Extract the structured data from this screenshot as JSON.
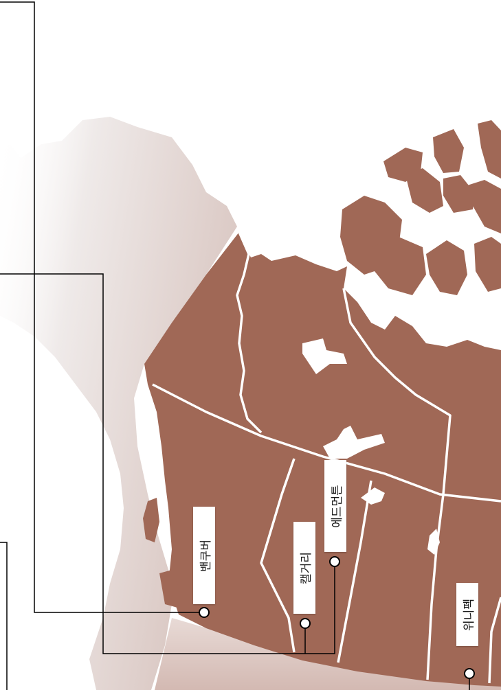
{
  "map": {
    "colors": {
      "land": "#a06856",
      "land_faded": "#e7dddb",
      "border": "#ffffff",
      "leader_line": "#000000"
    },
    "cities": [
      {
        "id": "vancouver",
        "label": "밴쿠버"
      },
      {
        "id": "calgary",
        "label": "캘거리"
      },
      {
        "id": "edmonton",
        "label": "에드먼튼"
      },
      {
        "id": "winnipeg",
        "label": "위니펙"
      }
    ]
  }
}
